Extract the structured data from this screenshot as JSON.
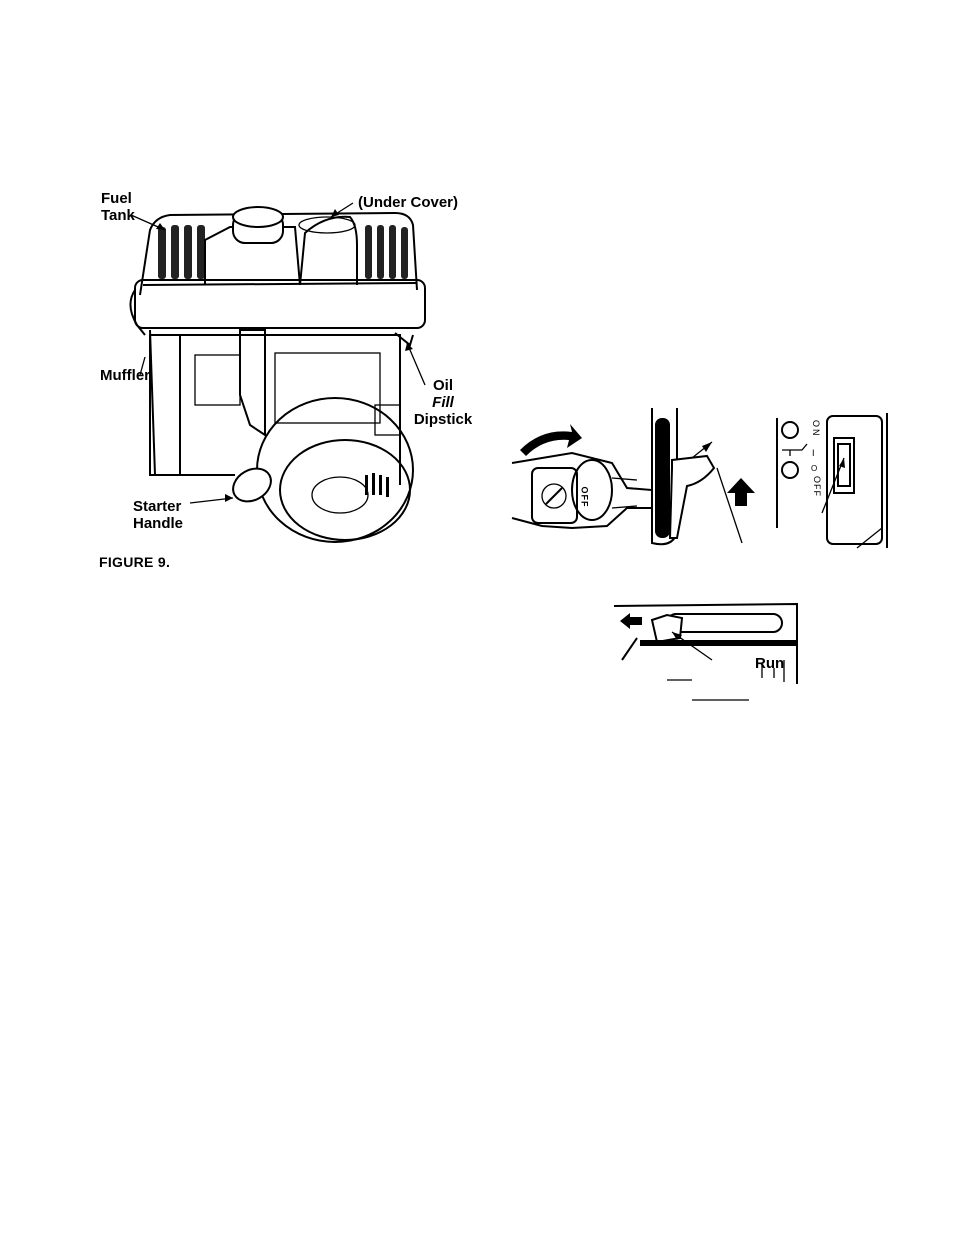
{
  "figure9": {
    "caption": "FIGURE 9.",
    "labels": {
      "fuel_tank_line1": "Fuel",
      "fuel_tank_line2": "Tank",
      "under_cover": "(Under Cover)",
      "muffler": "Muffler",
      "oil_fill_line1": "Oil",
      "oil_fill_line2": "Fill",
      "oil_fill_line3": "Dipstick",
      "starter_line1": "Starter",
      "starter_line2": "Handle"
    }
  },
  "controls_figure": {
    "fuel_valve_text": "OFF",
    "switch_on_text": "ON",
    "switch_off_text": "OFF",
    "switch_mark_on": "I",
    "switch_mark_off": "O"
  },
  "throttle_figure": {
    "run_label": "Run"
  }
}
